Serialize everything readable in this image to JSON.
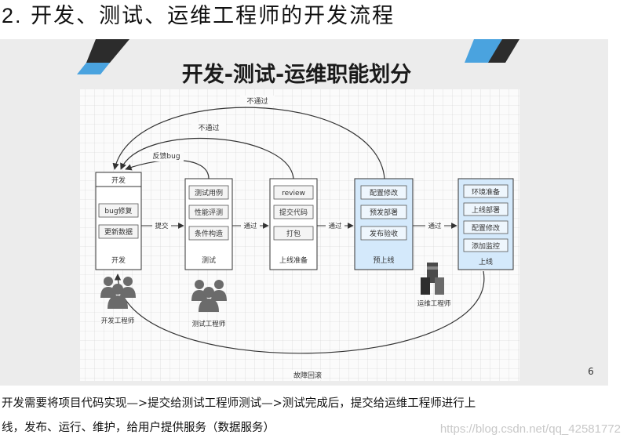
{
  "heading": {
    "number": "2.",
    "title": "开发、测试、运维工程师的开发流程"
  },
  "slide": {
    "title": "开发-测试-运维职能划分",
    "page_number": "6",
    "stages": [
      {
        "name": "开发",
        "items": [
          "开发",
          "bug修复",
          "更新数据"
        ]
      },
      {
        "name": "测试",
        "items": [
          "测试用例",
          "性能评测",
          "条件构造"
        ]
      },
      {
        "name": "上线准备",
        "items": [
          "review",
          "提交代码",
          "打包"
        ]
      },
      {
        "name": "预上线",
        "items": [
          "配置修改",
          "预发部署",
          "发布验收"
        ]
      },
      {
        "name": "上线",
        "items": [
          "环境准备",
          "上线部署",
          "配置修改",
          "添加监控"
        ]
      }
    ],
    "arrows": {
      "submit": "提交",
      "pass1": "通过",
      "pass2": "通过",
      "pass3": "通过"
    },
    "loops": {
      "feedback": "反馈bug",
      "fail_inner": "不通过",
      "fail_outer": "不通过",
      "fault": "故障回滚"
    },
    "roles": {
      "dev": "开发工程师",
      "test": "测试工程师",
      "ops": "运维工程师"
    }
  },
  "footer": {
    "line1": "开发需要将项目代码实现—>提交给测试工程师测试—>测试完成后，提交给运维工程师进行上",
    "line2": "线，发布、运行、维护，给用户提供服务（数据服务）"
  },
  "watermark": "https://blog.csdn.net/qq_42581772",
  "colors": {
    "accent_blue": "#4aa3df",
    "stage_highlight": "#d4e9fb",
    "slide_bg": "#ececec"
  }
}
